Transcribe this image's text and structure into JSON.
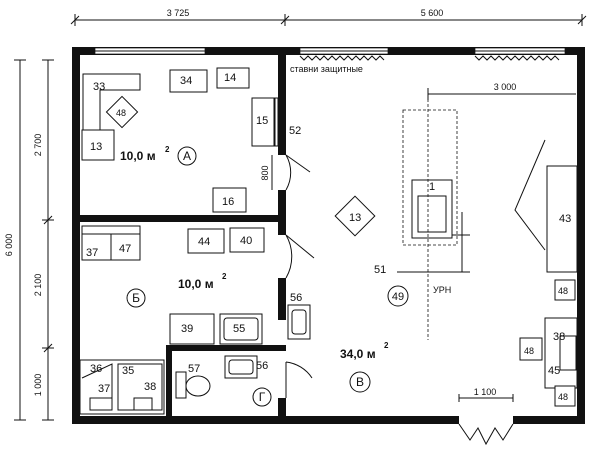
{
  "dimensions": {
    "top_left": "3 725",
    "top_right": "5 600",
    "left_total": "6 000",
    "left_a": "2 700",
    "left_b": "2 100",
    "left_c": "1 000",
    "door_800": "800",
    "inner_3000": "3 000",
    "door_1100": "1 100"
  },
  "notes": {
    "shutters": "ставни защитные",
    "urn": "УРН"
  },
  "rooms": {
    "a": {
      "letter": "А",
      "area": "10,0 м",
      "sup": "2"
    },
    "b": {
      "letter": "Б",
      "area": "10,0 м",
      "sup": "2"
    },
    "v": {
      "letter": "В",
      "area": "34,0 м",
      "sup": "2"
    },
    "g": {
      "letter": "Г"
    }
  },
  "items": {
    "i33": "33",
    "i34": "34",
    "i14": "14",
    "i48a": "48",
    "i13a": "13",
    "i15": "15",
    "i52": "52",
    "i16": "16",
    "i13b": "13",
    "i1": "1",
    "i43": "43",
    "i37a": "37",
    "i47": "47",
    "i44": "44",
    "i40": "40",
    "i51": "51",
    "i49": "49",
    "i48b": "48",
    "i56a": "56",
    "i39": "39",
    "i55": "55",
    "i38a": "38",
    "i48c": "48",
    "i45": "45",
    "i36": "36",
    "i35": "35",
    "i37b": "37",
    "i38b": "38",
    "i57": "57",
    "i56b": "56",
    "i48d": "48"
  }
}
